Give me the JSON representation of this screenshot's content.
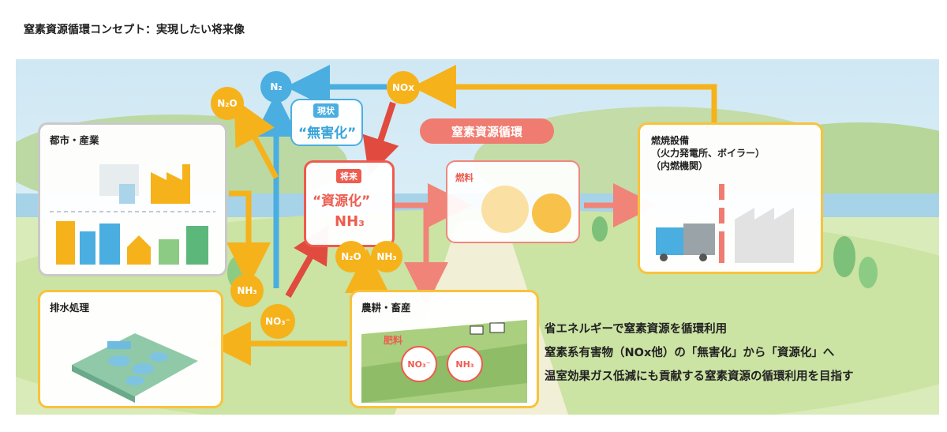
{
  "title": "窒素資源循環コンセプト：実現したい将来像",
  "cycle_label": "窒素資源循環",
  "current": {
    "tag": "現状",
    "text": "“無害化”"
  },
  "future": {
    "tag": "将来",
    "text": "“資源化”",
    "formula": "NH₃"
  },
  "city": {
    "label": "都市・産業"
  },
  "drainage": {
    "label": "排水処理"
  },
  "agri": {
    "label": "農耕・畜産",
    "fertilizer_label": "肥料",
    "no3": "NO₃⁻",
    "nh3": "NH₃"
  },
  "fuel": {
    "label": "燃料"
  },
  "combustion": {
    "label": "燃焼設備\n（火力発電所、ボイラー）\n（内燃機関）"
  },
  "molecules": {
    "n2": "N₂",
    "nox": "NOx",
    "n2o_top": "N₂O",
    "nh3_left": "NH₃",
    "no3_left": "NO₃⁻",
    "n2o_mid": "N₂O",
    "nh3_mid": "NH₃"
  },
  "messages": [
    "省エネルギーで窒素資源を循環利用",
    "窒素系有害物（NOx他）の「無害化」から「資源化」へ",
    "温室効果ガス低減にも貢献する窒素資源の循環利用を目指す"
  ],
  "colors": {
    "orange": "#f6b21b",
    "blue": "#4aaee0",
    "red": "#ee5c4f",
    "salmon": "#f07b70"
  }
}
